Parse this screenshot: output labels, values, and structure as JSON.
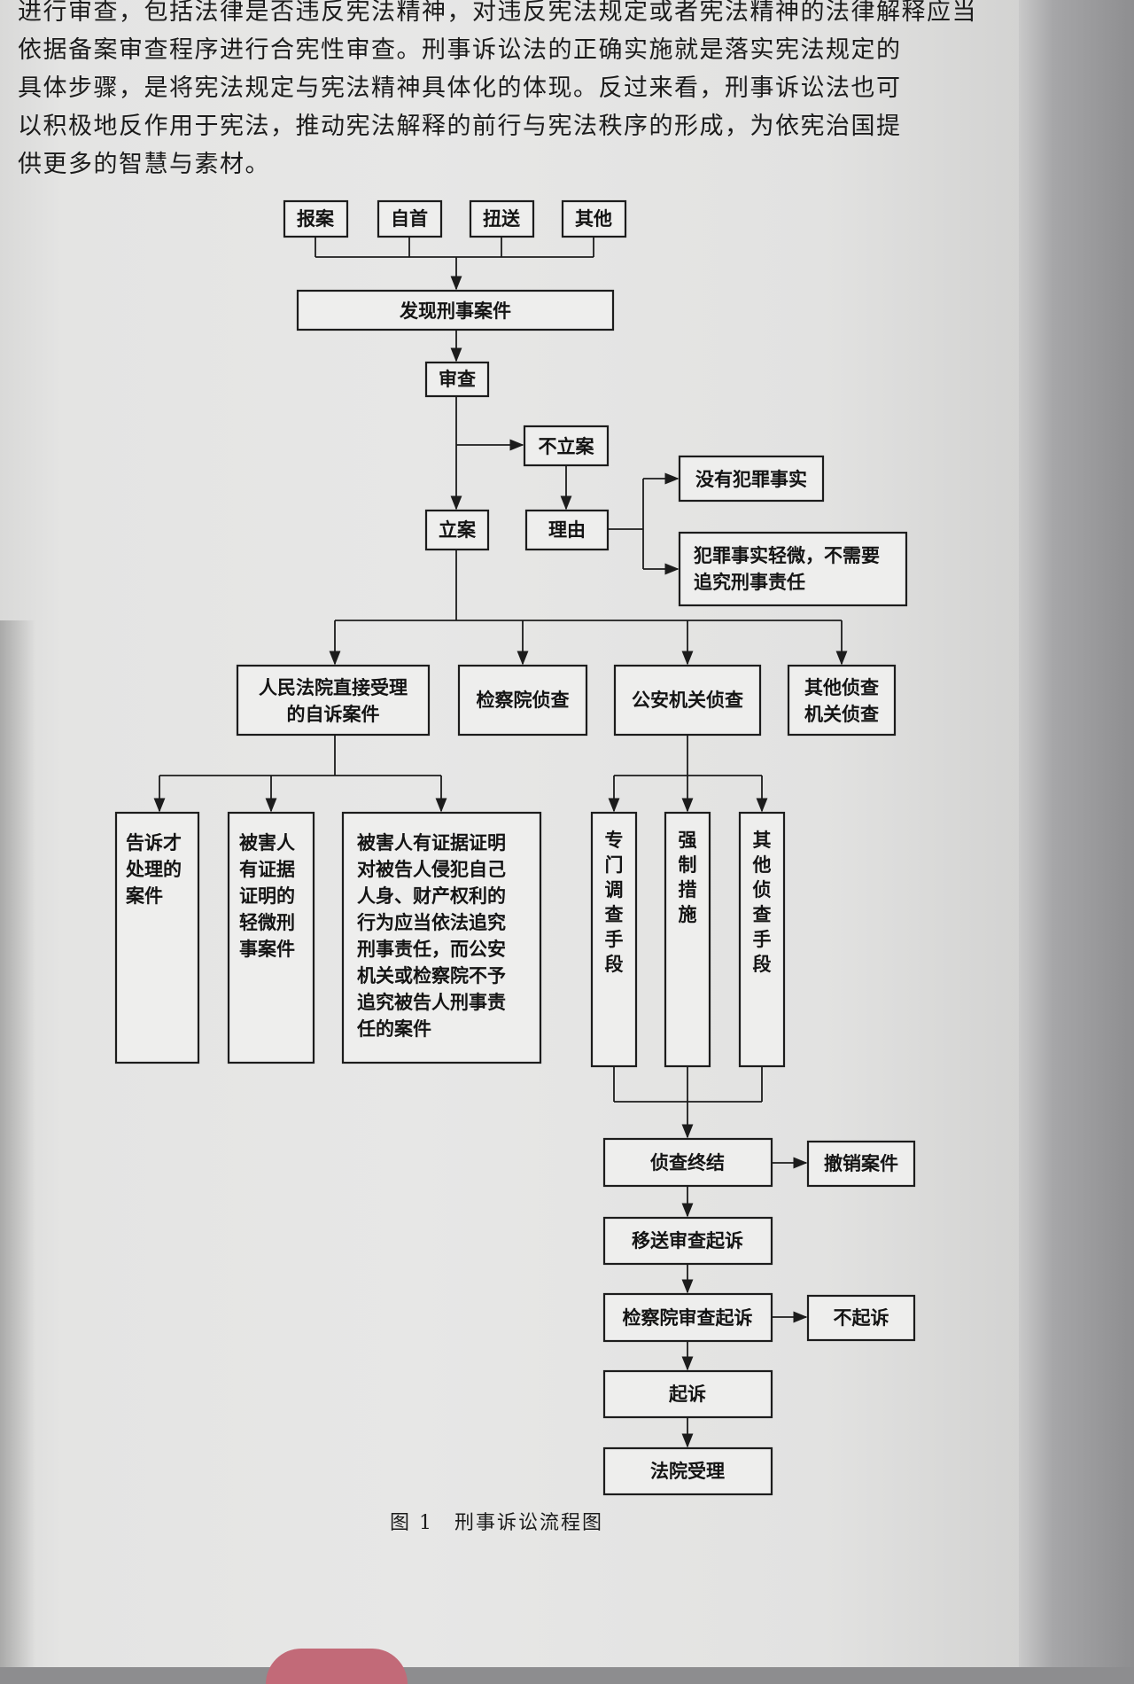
{
  "paragraph": {
    "lines": [
      "进行审查，包括法律是否违反宪法精神，对违反宪法规定或者宪法精神的法律解释应当",
      "依据备案审查程序进行合宪性审查。刑事诉讼法的正确实施就是落实宪法规定的",
      "具体步骤，是将宪法规定与宪法精神具体化的体现。反过来看，刑事诉讼法也可",
      "以积极地反作用于宪法，推动宪法解释的前行与宪法秩序的形成，为依宪治国提",
      "供更多的智慧与素材。"
    ]
  },
  "flowchart": {
    "sources": [
      "报案",
      "自首",
      "扭送",
      "其他"
    ],
    "discover": "发现刑事案件",
    "review": "审查",
    "no_filing": "不立案",
    "filing": "立案",
    "reason": "理由",
    "reason_no_fact": "没有犯罪事实",
    "reason_minor": [
      "犯罪事实轻微，不需要",
      "追究刑事责任"
    ],
    "agencies": {
      "court": [
        "人民法院直接受理",
        "的自诉案件"
      ],
      "procuratorate": "检察院侦查",
      "police": "公安机关侦查",
      "other": [
        "其他侦查",
        "机关侦查"
      ]
    },
    "court_cases": {
      "complaint_only": [
        "告诉才",
        "处理的",
        "案件"
      ],
      "victim_evidence": [
        "被害人",
        "有证据",
        "证明的",
        "轻微刑",
        "事案件"
      ],
      "victim_not_pursued": [
        "被害人有证据证明",
        "对被告人侵犯自己",
        "人身、财产权利的",
        "行为应当依法追究",
        "刑事责任，而公安",
        "机关或检察院不予",
        "追究被告人刑事责",
        "任的案件"
      ]
    },
    "means": {
      "special": [
        "专",
        "门",
        "调",
        "查",
        "手",
        "段"
      ],
      "coercive": [
        "强",
        "制",
        "措",
        "施"
      ],
      "other": [
        "其",
        "他",
        "侦",
        "查",
        "手",
        "段"
      ]
    },
    "investigation_end": "侦查终结",
    "revoke": "撤销案件",
    "transfer": "移送审查起诉",
    "pros_review": "检察院审查起诉",
    "no_prosecution": "不起诉",
    "prosecution": "起诉",
    "court_accept": "法院受理"
  },
  "caption": "图 1　刑事诉讼流程图"
}
